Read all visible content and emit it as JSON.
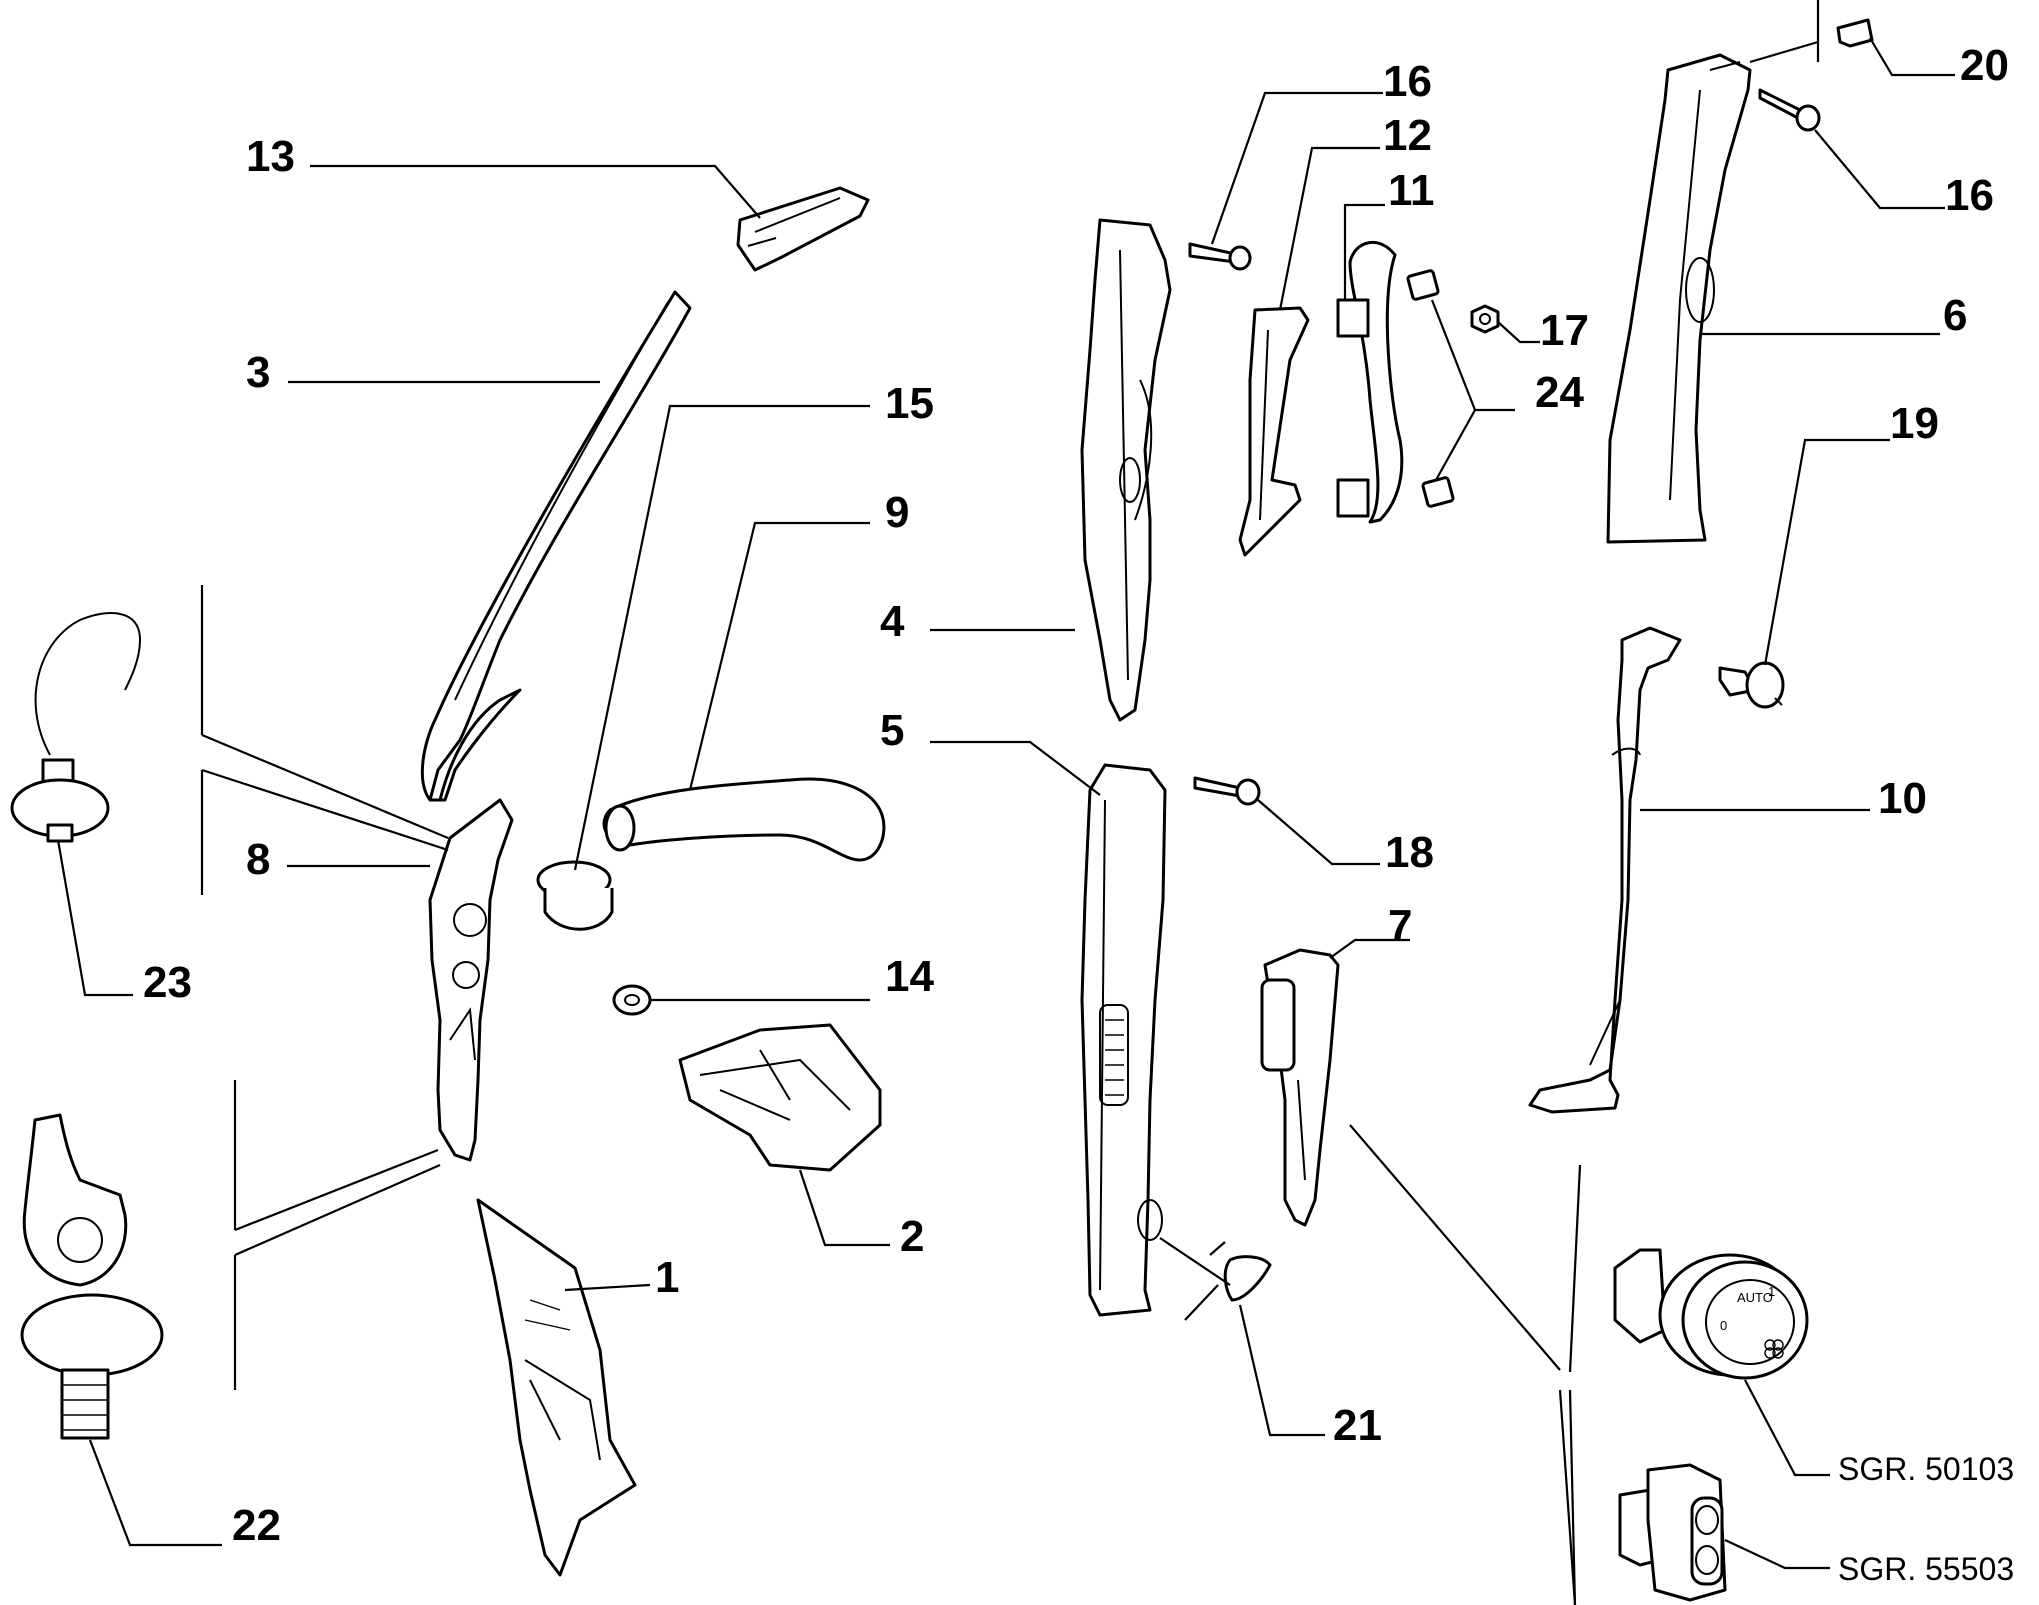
{
  "callouts": {
    "c1": "1",
    "c2": "2",
    "c3": "3",
    "c4": "4",
    "c5": "5",
    "c6": "6",
    "c7": "7",
    "c8": "8",
    "c9": "9",
    "c10": "10",
    "c11": "11",
    "c12": "12",
    "c13": "13",
    "c14": "14",
    "c15": "15",
    "c16a": "16",
    "c16b": "16",
    "c17": "17",
    "c18": "18",
    "c19": "19",
    "c20": "20",
    "c21": "21",
    "c22": "22",
    "c23": "23",
    "c24": "24"
  },
  "references": {
    "sgr_switch": "SGR. 50103",
    "sgr_button": "SGR. 55503"
  },
  "switch_dial": {
    "text_0": "0",
    "text_auto": "AUTO",
    "text_1": "1"
  }
}
